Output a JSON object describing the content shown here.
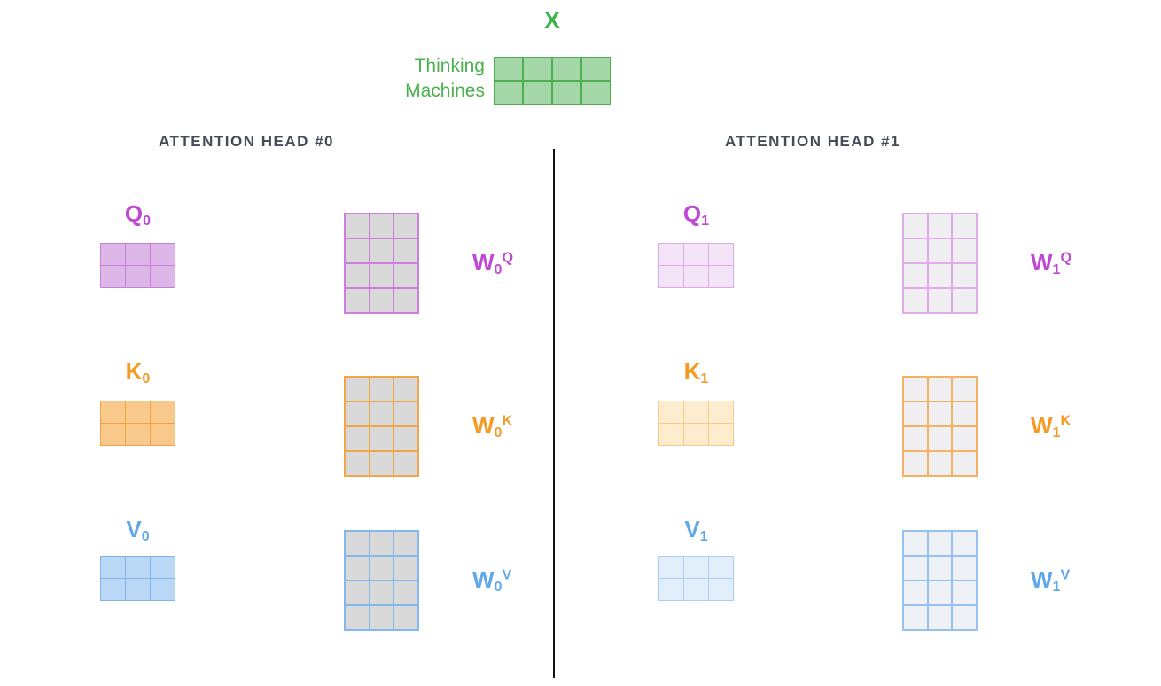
{
  "section_title_color": "#454c57",
  "input": {
    "title": "X",
    "title_color": "#3bb54a",
    "tokens": [
      "Thinking",
      "Machines"
    ],
    "text_color": "#4caf50",
    "matrix": {
      "rows": 2,
      "cols": 4,
      "fill": "#a5d6a7",
      "stroke": "#4caf50"
    }
  },
  "heads": [
    {
      "title": "ATTENTION HEAD #0",
      "groups": [
        {
          "out_label": {
            "base": "Q",
            "sub": "0"
          },
          "weight_label": {
            "base": "W",
            "sub": "0",
            "sup": "Q"
          },
          "label_color": "#bf49d3",
          "out_matrix": {
            "rows": 2,
            "cols": 3,
            "fill": "#ddb7e8",
            "stroke": "#c77fd7"
          },
          "weight_matrix": {
            "rows": 4,
            "cols": 3,
            "fill": "#d9d9d9",
            "stroke": "#cd7edd"
          }
        },
        {
          "out_label": {
            "base": "K",
            "sub": "0"
          },
          "weight_label": {
            "base": "W",
            "sub": "0",
            "sup": "K"
          },
          "label_color": "#f59a23",
          "out_matrix": {
            "rows": 2,
            "cols": 3,
            "fill": "#f9c98b",
            "stroke": "#f0a345"
          },
          "weight_matrix": {
            "rows": 4,
            "cols": 3,
            "fill": "#d9d9d9",
            "stroke": "#f2a64a"
          }
        },
        {
          "out_label": {
            "base": "V",
            "sub": "0"
          },
          "weight_label": {
            "base": "W",
            "sub": "0",
            "sup": "V"
          },
          "label_color": "#5fa8ea",
          "out_matrix": {
            "rows": 2,
            "cols": 3,
            "fill": "#bad8f5",
            "stroke": "#7fb4ec"
          },
          "weight_matrix": {
            "rows": 4,
            "cols": 3,
            "fill": "#d9d9d9",
            "stroke": "#82b8ee"
          }
        }
      ]
    },
    {
      "title": "ATTENTION HEAD #1",
      "groups": [
        {
          "out_label": {
            "base": "Q",
            "sub": "1"
          },
          "weight_label": {
            "base": "W",
            "sub": "1",
            "sup": "Q"
          },
          "label_color": "#bf49d3",
          "out_matrix": {
            "rows": 2,
            "cols": 3,
            "fill": "#f4e4f8",
            "stroke": "#dcabe7"
          },
          "weight_matrix": {
            "rows": 4,
            "cols": 3,
            "fill": "#efeff1",
            "stroke": "#dfabe9"
          }
        },
        {
          "out_label": {
            "base": "K",
            "sub": "1"
          },
          "weight_label": {
            "base": "W",
            "sub": "1",
            "sup": "K"
          },
          "label_color": "#f59a23",
          "out_matrix": {
            "rows": 2,
            "cols": 3,
            "fill": "#fdeccd",
            "stroke": "#f6ca8d"
          },
          "weight_matrix": {
            "rows": 4,
            "cols": 3,
            "fill": "#efeff1",
            "stroke": "#f5b163"
          }
        },
        {
          "out_label": {
            "base": "V",
            "sub": "1"
          },
          "weight_label": {
            "base": "W",
            "sub": "1",
            "sup": "V"
          },
          "label_color": "#5fa8ea",
          "out_matrix": {
            "rows": 2,
            "cols": 3,
            "fill": "#e3eefb",
            "stroke": "#abcef3"
          },
          "weight_matrix": {
            "rows": 4,
            "cols": 3,
            "fill": "#eef2f7",
            "stroke": "#97c1f0"
          }
        }
      ]
    }
  ]
}
